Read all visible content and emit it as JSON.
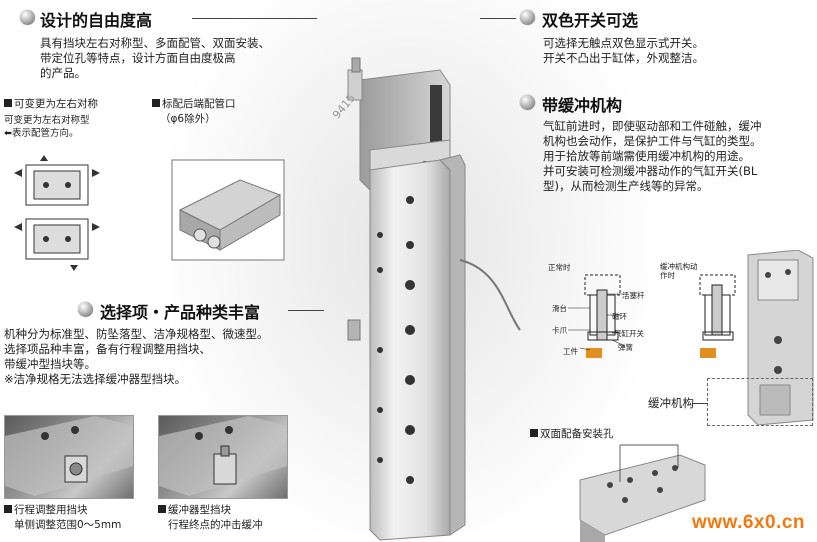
{
  "sections": {
    "freedom": {
      "title": "设计的自由度高",
      "lines": [
        "具有挡块左右对称型、多面配管、双面安装、",
        "带定位孔等特点，设计方面自由度极高",
        "的产品。"
      ]
    },
    "dual_switch": {
      "title": "双色开关可选",
      "lines": [
        "可选择无触点双色显示式开关。",
        "开关不凸出于缸体，外观整洁。"
      ]
    },
    "buffer": {
      "title": "带缓冲机构",
      "lines": [
        "气缸前进时，即使驱动部和工件碰触，缓冲",
        "机构也会动作，是保护工件与气缸的类型。",
        "用于拾放等前端需使用缓冲机构的用途。",
        "并可安装可检测缓冲器动作的气缸开关(BL",
        "型)，从而检测生产线等的异常。"
      ]
    },
    "options": {
      "title": "选择项・产品种类丰富",
      "lines": [
        "机种分为标准型、防坠落型、洁净规格型、微速型。",
        "选择项品种丰富，备有行程调整用挡块、",
        "带缓冲型挡块等。",
        "※洁净规格无法选择缓冲器型挡块。"
      ]
    }
  },
  "sub_items": {
    "symmetric": {
      "title": "可变更为左右对称",
      "lines": [
        "可变更为左右对称型",
        "⬅表示配管方向。"
      ]
    },
    "rear_port": {
      "title": "标配后端配管口",
      "line2": "（φ6除外）"
    },
    "stroke_stop": {
      "title": "行程调整用挡块",
      "line2": "单侧调整范围0〜5mm"
    },
    "buffer_stop": {
      "title": "缓冲器型挡块",
      "line2": "行程终点的冲击缓冲"
    },
    "dual_mount": {
      "title": "双面配备安装孔"
    }
  },
  "diagram": {
    "normal": "正常时",
    "buffer_active": "缓冲机构动作时",
    "labels": {
      "slide": "滑台",
      "piston_rod": "活塞杆",
      "magnet": "磁环",
      "claw": "卡爪",
      "switch": "气缸开关",
      "spring": "弹簧",
      "work": "工件"
    },
    "caption": "缓冲机构"
  },
  "product_marking": "9415",
  "watermark": "www.6x0.cn",
  "colors": {
    "watermark": "#f07a10",
    "text": "#222222"
  }
}
